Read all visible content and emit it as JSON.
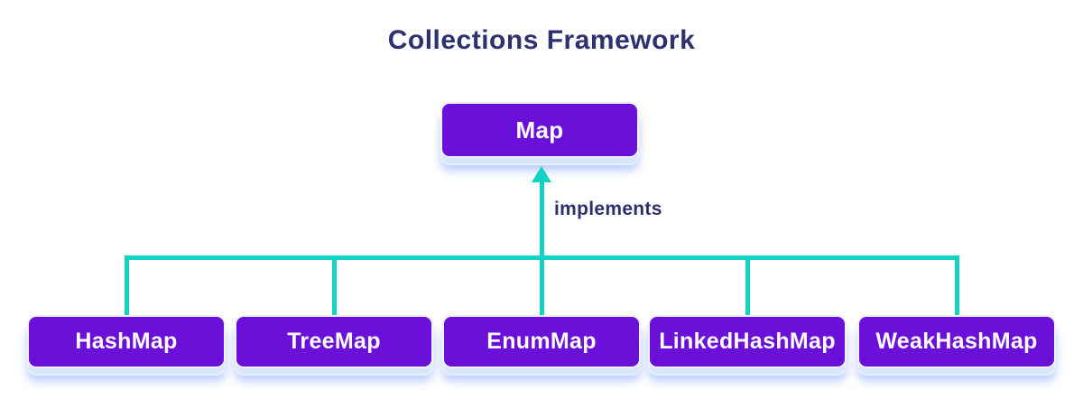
{
  "title": "Collections Framework",
  "diagram": {
    "parent": {
      "label": "Map"
    },
    "edge_label": "implements",
    "children": [
      {
        "label": "HashMap"
      },
      {
        "label": "TreeMap"
      },
      {
        "label": "EnumMap"
      },
      {
        "label": "LinkedHashMap"
      },
      {
        "label": "WeakHashMap"
      }
    ],
    "colors": {
      "node_fill": "#6b10d9",
      "node_text": "#ffffff",
      "connector": "#12d3c3",
      "title_text": "#2e3170",
      "edge_label_text": "#2d2f6e",
      "node_shadow": "#d9e6fa",
      "background": "#ffffff"
    }
  }
}
